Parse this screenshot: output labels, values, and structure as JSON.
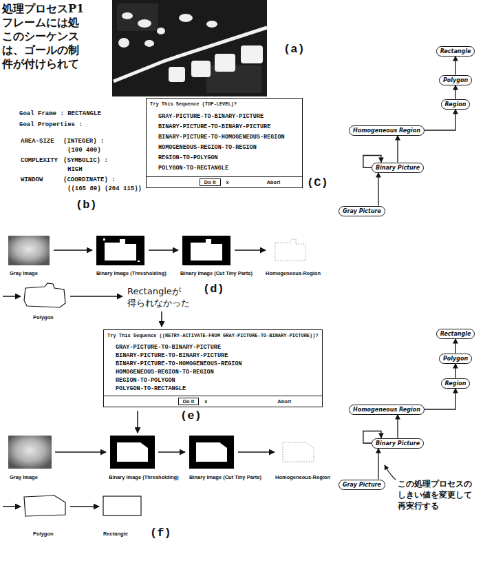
{
  "diagram": {
    "nodes": [
      {
        "text": [
          "Try This Sequence (TOP-LEVEL)?",
          "GRAY-PICTURE-TO-BINARY-PICTURE",
          "BINARY-PICTURE-TO-BINARY-PICTURE",
          "BINARY-PICTURE-TO-HOMOGENEOUS-REGION",
          "HOMOGENEOUS-REGION-TO-REGION",
          "REGION-TO-POLYGON",
          "POLYGON-TO-RECTANGLE",
          "Do It",
          "x",
          "Abort"
        ]
      },
      {
        "text": [
          "Rectangle"
        ]
      },
      {
        "text": [
          "Polygon"
        ]
      },
      {
        "text": [
          "Region"
        ]
      },
      {
        "text": [
          "Homogeneous Region"
        ]
      },
      {
        "text": [
          "Binary Picture"
        ]
      },
      {
        "text": [
          "Gray Picture"
        ]
      },
      {
        "text": [
          "Try This Sequence ((RETRY-ACTIVATE-FROM GRAY-PICTURE-TO-BINARY-PICTURE))?",
          "GRAY-PICTURE-TO-BINARY-PICTURE",
          "BINARY-PICTURE-TO-BINARY-PICTURE",
          "BINARY-PICTURE-TO-HOMOGENEOUS-REGION",
          "HOMOGENEOUS-REGION-TO-REGION",
          "REGION-TO-POLYGON",
          "POLYGON-TO-RECTANGLE",
          "Do It",
          "x",
          "Abort"
        ]
      },
      {
        "text": [
          "Rectangle"
        ]
      },
      {
        "text": [
          "Polygon"
        ]
      },
      {
        "text": [
          "Region"
        ]
      },
      {
        "text": [
          "Homogeneous Region"
        ]
      },
      {
        "text": [
          "Binary Picture"
        ]
      },
      {
        "text": [
          "Gray Picture"
        ]
      }
    ],
    "edges": [
      {
        "from": 6,
        "to": 5,
        "arrow": "to"
      },
      {
        "from": 5,
        "to": 5,
        "arrow": "to"
      },
      {
        "from": 5,
        "to": 4,
        "arrow": "to"
      },
      {
        "from": 4,
        "to": 3,
        "arrow": "to"
      },
      {
        "from": 3,
        "to": 2,
        "arrow": "to"
      },
      {
        "from": 2,
        "to": 1,
        "arrow": "to"
      },
      {
        "from": 13,
        "to": 12,
        "arrow": "to"
      },
      {
        "from": 12,
        "to": 12,
        "arrow": "to"
      },
      {
        "from": 12,
        "to": 11,
        "arrow": "to"
      },
      {
        "from": 11,
        "to": 10,
        "arrow": "to"
      },
      {
        "from": 10,
        "to": 9,
        "arrow": "to"
      },
      {
        "from": 9,
        "to": 8,
        "arrow": "to"
      }
    ],
    "labels": [
      "処理プロセスP1",
      "フレームには処",
      "このシーケンス",
      "は、ゴールの制",
      "件が付けられて",
      "(a)",
      "Goal Frame : RECTANGLE",
      "Goal Properties :",
      "AREA-SIZE",
      "(INTEGER) :",
      "(100 400)",
      "COMPLEXITY",
      "(SYMBOLIC) :",
      "HIGH",
      "WINDOW",
      "(COORDINATE) :",
      "((165 89) (204 115))",
      "(b)",
      "(C)",
      "Gray Image",
      "Binary Image (Thresholding)",
      "Binary Image (Cut Tiny Parts)",
      "Homogeneous-Region",
      "Polygon",
      "Rectangleが 得られなかった",
      "(d)",
      "(e)",
      "この処理プロセスの しきい値を変更して 再実行する",
      "Gray Image",
      "Binary Image (Thresholding)",
      "Binary Image (Cut Tiny Parts)",
      "Homogeneous-Region",
      "Polygon",
      "Rectangle",
      "(f)"
    ]
  }
}
